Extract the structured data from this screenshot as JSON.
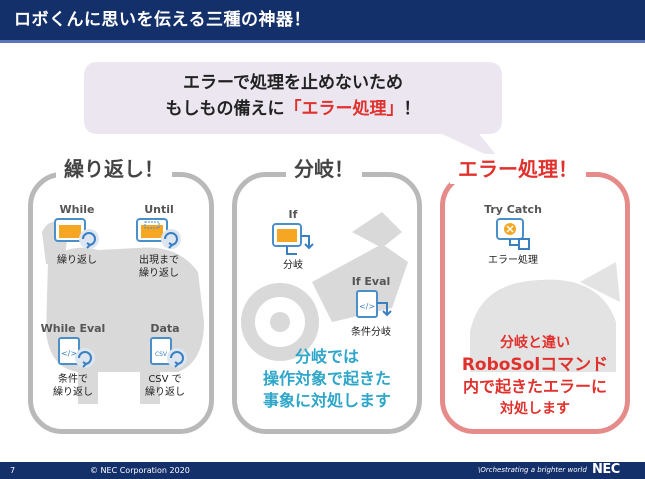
{
  "header": {
    "title": "ロボくんに思いを伝える三種の神器！"
  },
  "bubble": {
    "line1": "エラーで処理を止めないため",
    "line2_prefix": "もしもの備えに",
    "line2_highlight": "「エラー処理」",
    "line2_suffix": "！"
  },
  "panels": {
    "loop": {
      "title": "繰り返し！",
      "items": [
        {
          "top": "While",
          "caption1": "繰り返し",
          "caption2": ""
        },
        {
          "top": "Until",
          "caption1": "出現まで",
          "caption2": "繰り返し"
        },
        {
          "top": "While Eval",
          "caption1": "条件で",
          "caption2": "繰り返し"
        },
        {
          "top": "Data",
          "caption1": "CSV で",
          "caption2": "繰り返し"
        }
      ]
    },
    "branch": {
      "title": "分岐！",
      "items": [
        {
          "top": "If",
          "caption1": "分岐"
        },
        {
          "top": "If Eval",
          "caption1": "条件分岐"
        }
      ],
      "desc1": "分岐では",
      "desc2": "操作対象で起きた",
      "desc3": "事象に対処します"
    },
    "error": {
      "title": "エラー処理！",
      "items": [
        {
          "top": "Try Catch",
          "caption1": "エラー処理"
        }
      ],
      "desc1": "分岐と違い",
      "desc2": "RoboSolコマンド",
      "desc3": "内で起きたエラーに",
      "desc4": "対処します"
    }
  },
  "footer": {
    "page": "7",
    "copyright": "© NEC Corporation 2020",
    "tagline": "\\Orchestrating a brighter world",
    "logo": "NEC"
  },
  "colors": {
    "header_bg": "#14306b",
    "accent_red": "#e0312c",
    "accent_blue": "#2ea6c9",
    "panel_gray": "#b9b9b9",
    "panel_pink": "#e58b8a",
    "bubble_fill": "#ece6f0"
  }
}
